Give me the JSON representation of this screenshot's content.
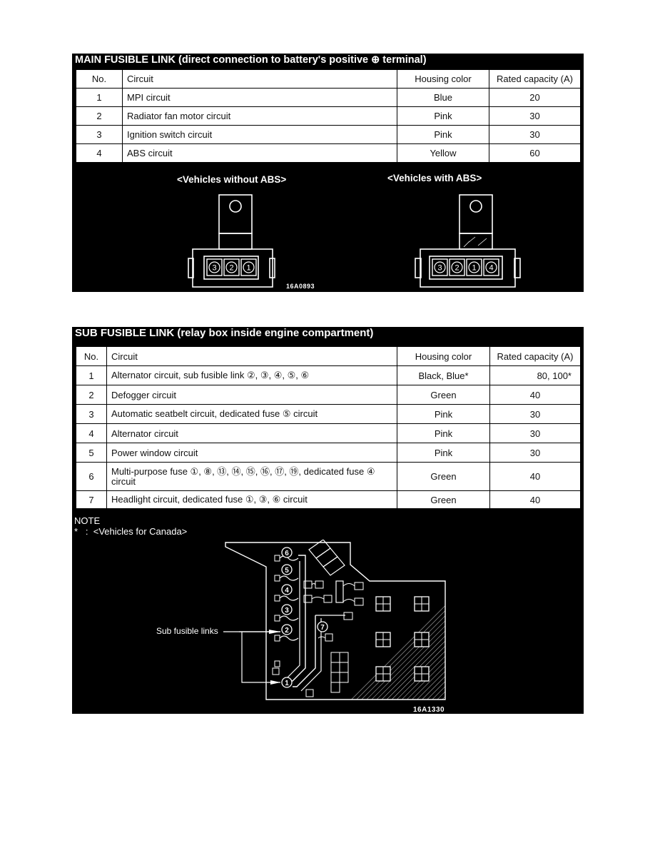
{
  "main": {
    "title": "MAIN FUSIBLE LINK (direct connection to battery's positive ⊕ terminal)",
    "headers": [
      "No.",
      "Circuit",
      "Housing color",
      "Rated capacity (A)"
    ],
    "rows": [
      {
        "no": "1",
        "circuit": "MPI circuit",
        "color": "Blue",
        "capacity": "20"
      },
      {
        "no": "2",
        "circuit": "Radiator fan motor circuit",
        "color": "Pink",
        "capacity": "30"
      },
      {
        "no": "3",
        "circuit": "Ignition switch circuit",
        "color": "Pink",
        "capacity": "30"
      },
      {
        "no": "4",
        "circuit": "ABS circuit",
        "color": "Yellow",
        "capacity": "60"
      }
    ],
    "caption_left": "<Vehicles without ABS>",
    "caption_right": "<Vehicles with ABS>",
    "left_slots": [
      "3",
      "2",
      "1"
    ],
    "right_slots": [
      "3",
      "2",
      "1",
      "4"
    ],
    "figure_code": "16A0893"
  },
  "sub": {
    "title": "SUB FUSIBLE LINK (relay box inside engine compartment)",
    "headers": [
      "No.",
      "Circuit",
      "Housing color",
      "Rated capacity (A)"
    ],
    "rows": [
      {
        "no": "1",
        "circuit": "Alternator circuit, sub fusible link ②, ③, ④, ⑤, ⑥",
        "color": "Black, Blue*",
        "capacity": "80, 100*"
      },
      {
        "no": "2",
        "circuit": "Defogger circuit",
        "color": "Green",
        "capacity": "40"
      },
      {
        "no": "3",
        "circuit": "Automatic seatbelt circuit, dedicated fuse ⑤ circuit",
        "color": "Pink",
        "capacity": "30"
      },
      {
        "no": "4",
        "circuit": "Alternator circuit",
        "color": "Pink",
        "capacity": "30"
      },
      {
        "no": "5",
        "circuit": "Power window circuit",
        "color": "Pink",
        "capacity": "30"
      },
      {
        "no": "6",
        "circuit": "Multi-purpose fuse ①, ⑧, ⑬, ⑭, ⑮, ⑯, ⑰, ⑲, dedicated fuse ④ circuit",
        "color": "Green",
        "capacity": "40"
      },
      {
        "no": "7",
        "circuit": "Headlight circuit, dedicated fuse ①, ③, ⑥ circuit",
        "color": "Green",
        "capacity": "40"
      }
    ],
    "note_label": "NOTE",
    "note_text": "*   :  <Vehicles for Canada>",
    "callout": "Sub fusible links",
    "link_numbers": [
      "1",
      "2",
      "3",
      "4",
      "5",
      "6",
      "7"
    ],
    "figure_code": "16A1330"
  }
}
